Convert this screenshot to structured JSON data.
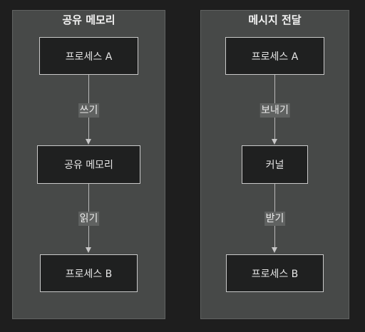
{
  "clusters": [
    {
      "title": "공유 메모리",
      "nodes": [
        "프로세스 A",
        "공유 메모리",
        "프로세스 B"
      ],
      "edges": [
        "쓰기",
        "읽기"
      ]
    },
    {
      "title": "메시지 전달",
      "nodes": [
        "프로세스 A",
        "커널",
        "프로세스 B"
      ],
      "edges": [
        "보내기",
        "받기"
      ]
    }
  ]
}
